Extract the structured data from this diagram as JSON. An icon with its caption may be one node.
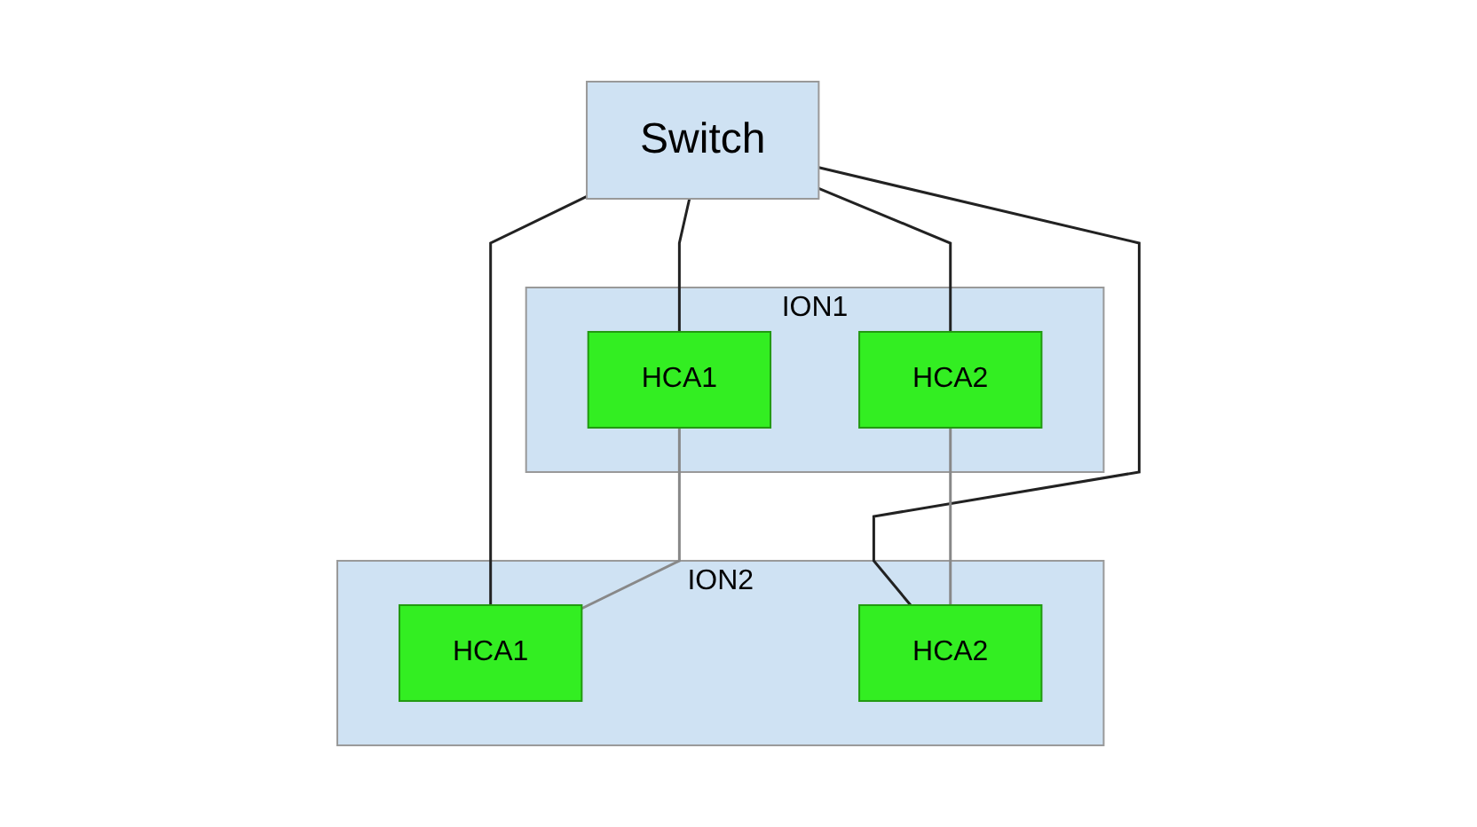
{
  "diagram": {
    "nodes": [
      {
        "text": [
          "Switch"
        ]
      },
      {
        "text": [
          "ION1"
        ]
      },
      {
        "text": [
          "HCA1"
        ],
        "in": 1
      },
      {
        "text": [
          "HCA2"
        ],
        "in": 1
      },
      {
        "text": [
          "ION2"
        ]
      },
      {
        "text": [
          "HCA1"
        ],
        "in": 4
      },
      {
        "text": [
          "HCA2"
        ],
        "in": 4
      }
    ],
    "edges": [
      {
        "from": 0,
        "to": 2,
        "arrow": "none"
      },
      {
        "from": 0,
        "to": 3,
        "arrow": "none"
      },
      {
        "from": 0,
        "to": 5,
        "arrow": "none"
      },
      {
        "from": 0,
        "to": 6,
        "arrow": "none"
      },
      {
        "from": 2,
        "to": 5,
        "arrow": "none",
        "color": "#888888"
      },
      {
        "from": 3,
        "to": 6,
        "arrow": "none",
        "color": "#888888"
      }
    ]
  }
}
